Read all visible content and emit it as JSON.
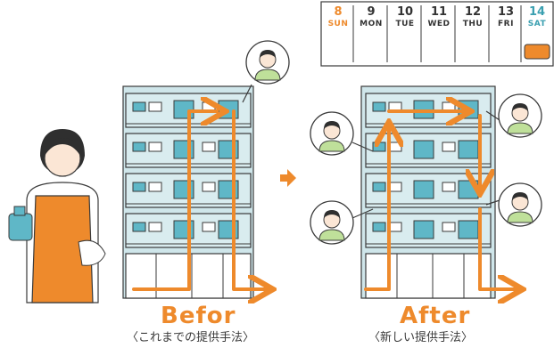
{
  "calendar": {
    "days": [
      {
        "num": "8",
        "day": "SUN",
        "color": "#ee8a2c"
      },
      {
        "num": "9",
        "day": "MON",
        "color": "#333333"
      },
      {
        "num": "10",
        "day": "TUE",
        "color": "#333333"
      },
      {
        "num": "11",
        "day": "WED",
        "color": "#333333"
      },
      {
        "num": "12",
        "day": "THU",
        "color": "#333333"
      },
      {
        "num": "13",
        "day": "FRI",
        "color": "#333333"
      },
      {
        "num": "14",
        "day": "SAT",
        "color": "#3a9fb0"
      }
    ]
  },
  "before": {
    "title": "Befor",
    "subtitle": "〈これまでの提供手法〉"
  },
  "after": {
    "title": "After",
    "subtitle": "〈新しい提供手法〉"
  },
  "colors": {
    "accent_orange": "#ee8a2c",
    "building_teal": "#cfe6ea",
    "window_teal": "#5fb7c7",
    "outline": "#3a3a3a"
  }
}
